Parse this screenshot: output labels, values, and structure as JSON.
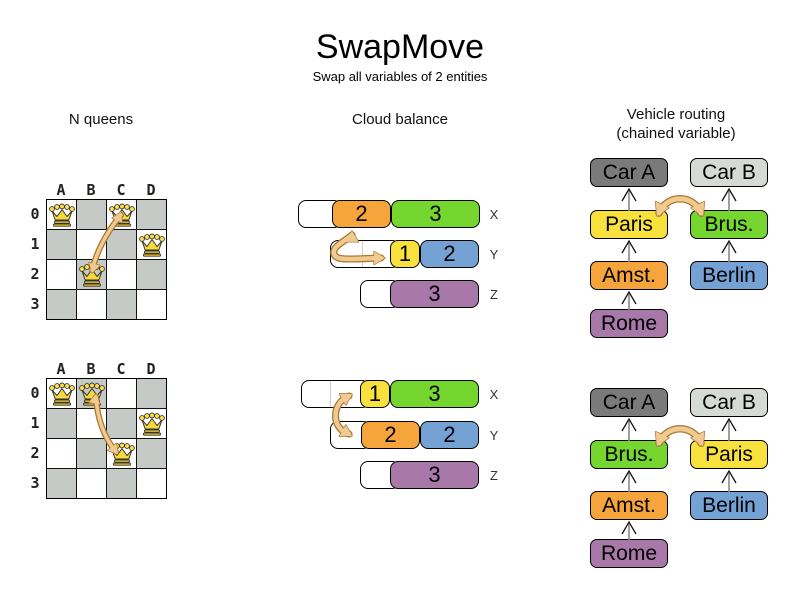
{
  "title": "SwapMove",
  "subtitle": "Swap all variables of 2 entities",
  "colors": {
    "orange": "#F6A53C",
    "green": "#74D62F",
    "yellow": "#F8E13C",
    "blue": "#74A2D4",
    "purple": "#A878A8",
    "dark_gray": "#7A7A7A",
    "light_gray": "#D6DAD6",
    "white": "#FFFFFF",
    "board_gray": "#C6CAC6",
    "arrow_fill": "#F0CA92",
    "arrow_stroke": "#A9792F"
  },
  "nqueens": {
    "header": "N queens",
    "col_labels": [
      "A",
      "B",
      "C",
      "D"
    ],
    "row_labels": [
      "0",
      "1",
      "2",
      "3"
    ],
    "boards": [
      {
        "queens": [
          "A0",
          "C0",
          "D1",
          "B2"
        ],
        "swap": [
          "C0",
          "B2"
        ]
      },
      {
        "queens": [
          "A0",
          "B0",
          "D1",
          "C2"
        ],
        "swap": [
          "B0",
          "C2"
        ]
      }
    ]
  },
  "cloud": {
    "header": "Cloud balance",
    "groups": [
      {
        "rows": [
          {
            "label": "X",
            "blocks": [
              {
                "value": "2",
                "color": "orange"
              },
              {
                "value": "3",
                "color": "green"
              }
            ]
          },
          {
            "label": "Y",
            "blocks": [
              {
                "value": "1",
                "color": "yellow"
              },
              {
                "value": "2",
                "color": "blue"
              }
            ]
          },
          {
            "label": "Z",
            "blocks": [
              {
                "value": "3",
                "color": "purple"
              }
            ]
          }
        ]
      },
      {
        "rows": [
          {
            "label": "X",
            "blocks": [
              {
                "value": "1",
                "color": "yellow"
              },
              {
                "value": "3",
                "color": "green"
              }
            ]
          },
          {
            "label": "Y",
            "blocks": [
              {
                "value": "2",
                "color": "orange"
              },
              {
                "value": "2",
                "color": "blue"
              }
            ]
          },
          {
            "label": "Z",
            "blocks": [
              {
                "value": "3",
                "color": "purple"
              }
            ]
          }
        ]
      }
    ]
  },
  "routing": {
    "header_line1": "Vehicle routing",
    "header_line2": "(chained variable)",
    "diagrams": [
      {
        "chains": [
          {
            "nodes": [
              {
                "label": "Car A",
                "color": "dark_gray"
              },
              {
                "label": "Paris",
                "color": "yellow"
              },
              {
                "label": "Amst.",
                "color": "orange"
              },
              {
                "label": "Rome",
                "color": "purple"
              }
            ]
          },
          {
            "nodes": [
              {
                "label": "Car B",
                "color": "light_gray"
              },
              {
                "label": "Brus.",
                "color": "green"
              },
              {
                "label": "Berlin",
                "color": "blue"
              }
            ]
          }
        ]
      },
      {
        "chains": [
          {
            "nodes": [
              {
                "label": "Car A",
                "color": "dark_gray"
              },
              {
                "label": "Brus.",
                "color": "green"
              },
              {
                "label": "Amst.",
                "color": "orange"
              },
              {
                "label": "Rome",
                "color": "purple"
              }
            ]
          },
          {
            "nodes": [
              {
                "label": "Car B",
                "color": "light_gray"
              },
              {
                "label": "Paris",
                "color": "yellow"
              },
              {
                "label": "Berlin",
                "color": "blue"
              }
            ]
          }
        ]
      }
    ]
  }
}
